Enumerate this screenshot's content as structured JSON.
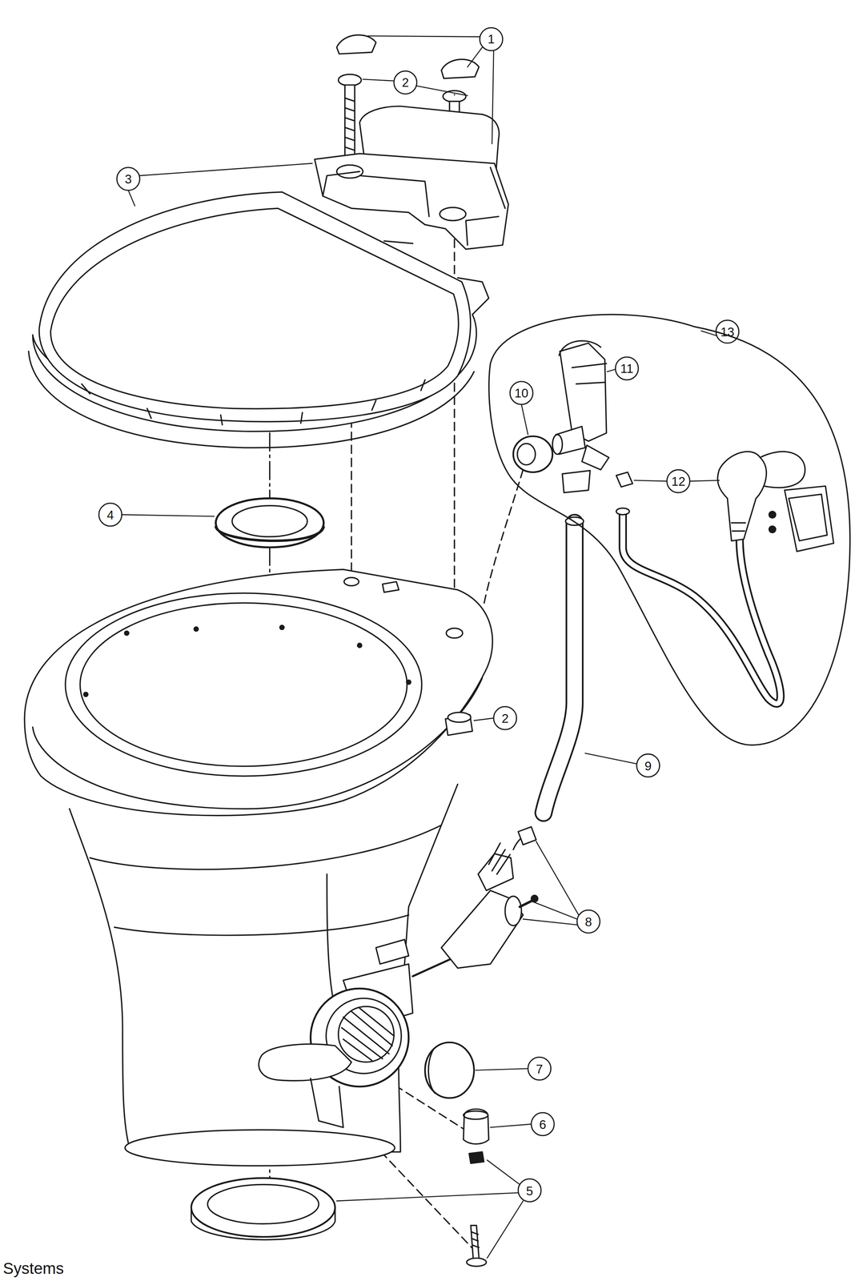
{
  "diagram": {
    "caption": "Systems",
    "labels": [
      "1",
      "2",
      "3",
      "4",
      "10",
      "11",
      "13",
      "12",
      "2",
      "9",
      "8",
      "7",
      "6",
      "5"
    ]
  }
}
